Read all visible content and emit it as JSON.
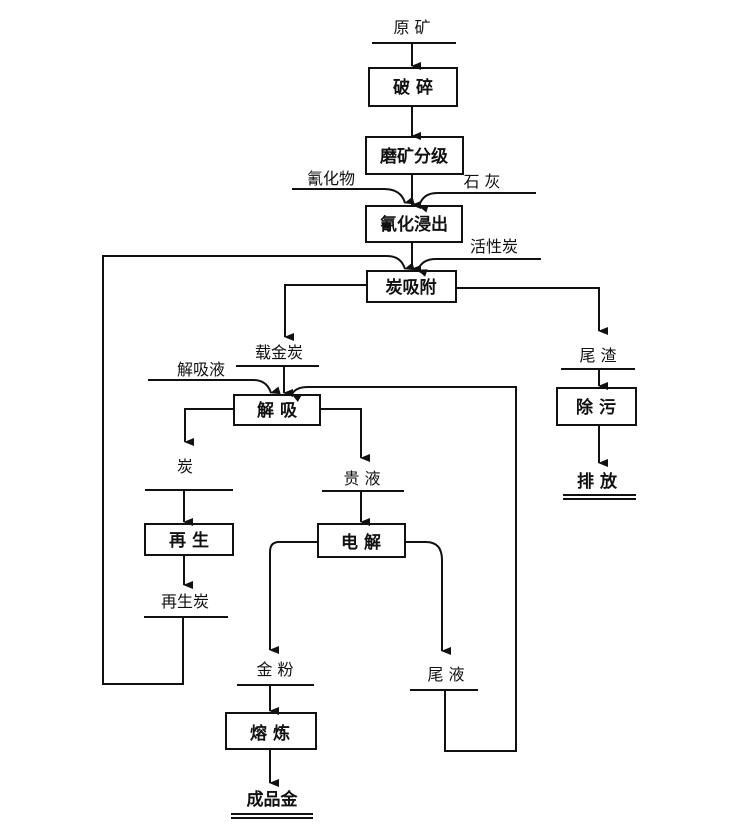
{
  "nodes": {
    "raw_ore": "原 矿",
    "crushing": "破 碎",
    "grinding_classification": "磨矿分级",
    "cyanide": "氰化物",
    "lime": "石 灰",
    "cyanide_leaching": "氰化浸出",
    "activated_carbon": "活性炭",
    "carbon_adsorption": "炭吸附",
    "loaded_carbon": "载金炭",
    "desorption_solution": "解吸液",
    "desorption": "解 吸",
    "carbon": "炭",
    "pregnant_solution": "贵 液",
    "regeneration": "再 生",
    "electrolysis": "电 解",
    "regenerated_carbon": "再生炭",
    "gold_powder": "金 粉",
    "barren_solution": "尾 液",
    "smelting": "熔 炼",
    "finished_gold": "成品金",
    "tailings": "尾 渣",
    "decontamination": "除 污",
    "discharge": "排 放"
  }
}
